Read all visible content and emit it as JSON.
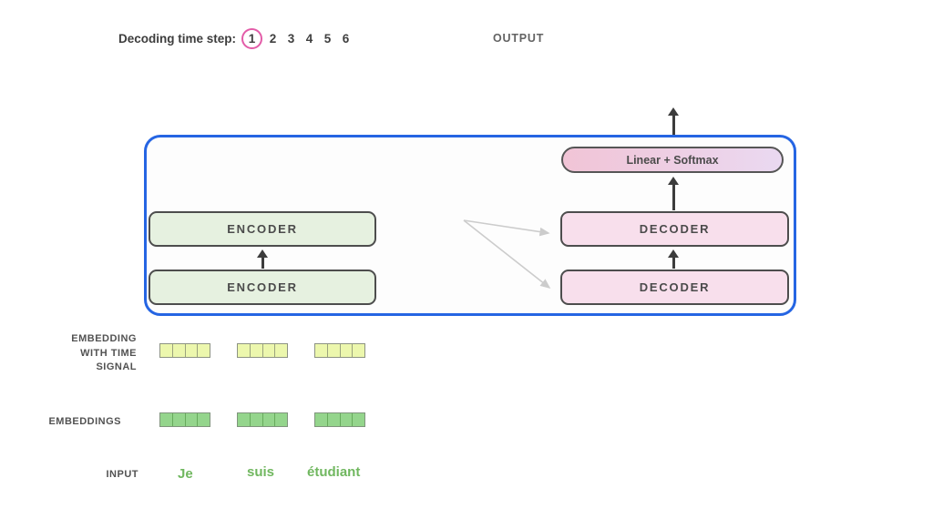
{
  "header": {
    "decoding_label": "Decoding time step:",
    "steps": [
      "1",
      "2",
      "3",
      "4",
      "5",
      "6"
    ],
    "active_step": "1",
    "output_label": "OUTPUT"
  },
  "diagram": {
    "encoders": [
      "ENCODER",
      "ENCODER"
    ],
    "decoders": [
      "DECODER",
      "DECODER"
    ],
    "linear_softmax_label": "Linear + Softmax"
  },
  "embedding_section": {
    "time_signal_label_lines": [
      "EMBEDDING",
      "WITH TIME",
      "SIGNAL"
    ],
    "embeddings_label": "EMBEDDINGS",
    "input_label": "INPUT",
    "input_words": [
      "Je",
      "suis",
      "étudiant"
    ],
    "vector_count": 3,
    "cells_per_vector": 4
  },
  "colors": {
    "accent_blue": "#2565e3",
    "circle_pink": "#e35ca8",
    "encoder_fill": "#e6f1e0",
    "decoder_fill": "#f8dfec",
    "linear_gradient_left": "#f1c4d6",
    "linear_gradient_right": "#ead9f1",
    "time_signal_cell": "#ecf7ad",
    "embedding_cell": "#94d58c",
    "input_word_green": "#70b75f",
    "arrow_dark": "#3c3c3c",
    "fan_arrow_gray": "#cccccc"
  }
}
